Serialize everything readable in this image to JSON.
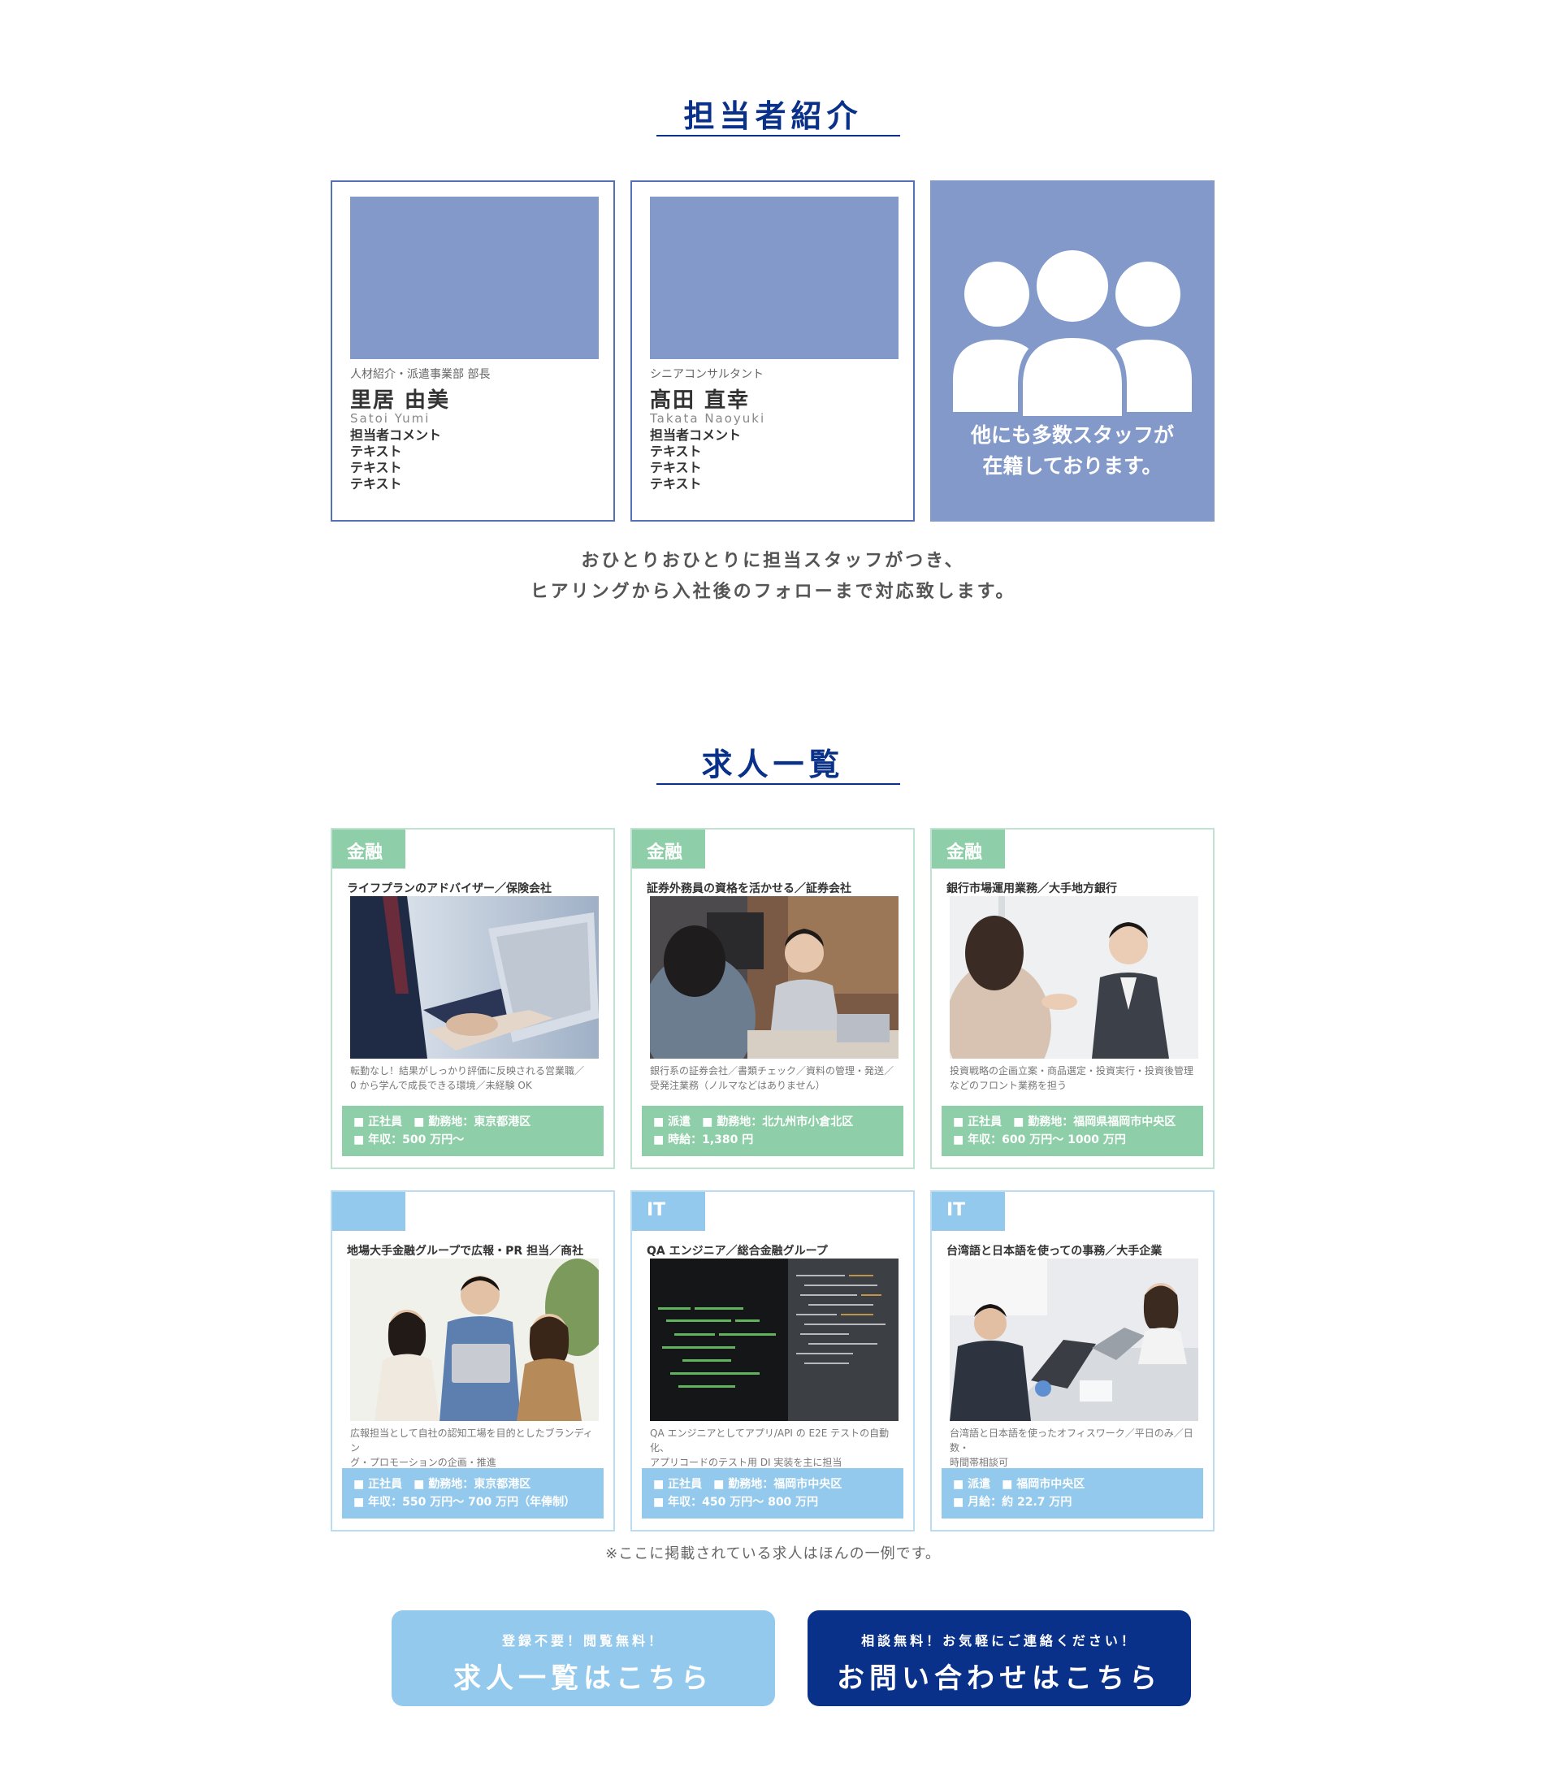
{
  "staff_section": {
    "title": "担当者紹介",
    "members": [
      {
        "role": "人材紹介・派遣事業部 部長",
        "name": "里居 由美",
        "roman": "Satoi Yumi",
        "comment_heading": "担当者コメント",
        "comment_lines": [
          "テキスト",
          "テキスト",
          "テキスト"
        ]
      },
      {
        "role": "シニアコンサルタント",
        "name": "髙田 直幸",
        "roman": "Takata Naoyuki",
        "comment_heading": "担当者コメント",
        "comment_lines": [
          "テキスト",
          "テキスト",
          "テキスト"
        ]
      }
    ],
    "more_staff_line1": "他にも多数スタッフが",
    "more_staff_line2": "在籍しております。",
    "message_line1": "おひとりおひとりに担当スタッフがつき、",
    "message_line2": "ヒアリングから入社後のフォローまで対応致します。"
  },
  "jobs_section": {
    "title": "求人一覧",
    "jobs": [
      {
        "category": "金融",
        "title": "ライフプランのアドバイザー／保険会社",
        "desc_line1": "転勤なし！結果がしっかり評価に反映される営業職／",
        "desc_line2": "0 から学んで成長できる環境／未経験 OK",
        "info_line1": "■ 正社員　■ 勤務地：東京都港区",
        "info_line2": "■ 年収：500 万円〜"
      },
      {
        "category": "金融",
        "title": "証券外務員の資格を活かせる／証券会社",
        "desc_line1": "銀行系の証券会社／書類チェック／資料の管理・発送／",
        "desc_line2": "受発注業務（ノルマなどはありません）",
        "info_line1": "■ 派遣　■ 勤務地：北九州市小倉北区",
        "info_line2": "■ 時給：1,380 円"
      },
      {
        "category": "金融",
        "title": "銀行市場運用業務／大手地方銀行",
        "desc_line1": "投資戦略の企画立案・商品選定・投資実行・投資後管理",
        "desc_line2": "などのフロント業務を担う",
        "info_line1": "■ 正社員　■ 勤務地：福岡県福岡市中央区",
        "info_line2": "■ 年収：600 万円〜 1000 万円"
      },
      {
        "category": "",
        "title": "地場大手金融グループで広報・PR 担当／商社",
        "desc_line1": "広報担当として自社の認知工場を目的としたブランディン",
        "desc_line2": "グ・プロモーションの企画・推進",
        "info_line1": "■ 正社員　■ 勤務地：東京都港区",
        "info_line2": "■ 年収：550 万円〜 700 万円（年俸制）"
      },
      {
        "category": "IT",
        "title": "QA エンジニア／総合金融グループ",
        "desc_line1": "QA エンジニアとしてアプリ/API の E2E テストの自動化、",
        "desc_line2": "アプリコードのテスト用 DI 実装を主に担当",
        "info_line1": "■ 正社員　■ 勤務地：福岡市中央区",
        "info_line2": "■ 年収：450 万円〜 800 万円"
      },
      {
        "category": "IT",
        "title": "台湾語と日本語を使っての事務／大手企業",
        "desc_line1": "台湾語と日本語を使ったオフィスワーク／平日のみ／日数・",
        "desc_line2": "時間帯相談可",
        "info_line1": "■ 派遣　■ 福岡市中央区",
        "info_line2": "■ 月給：約 22.7 万円"
      }
    ],
    "note": "※ここに掲載されている求人はほんの一例です。"
  },
  "cta": {
    "jobs_sub": "登録不要！閲覧無料！",
    "jobs_main": "求人一覧はこちら",
    "contact_sub": "相談無料！お気軽にご連絡ください！",
    "contact_main": "お問い合わせはこちら"
  },
  "colors": {
    "navy": "#0a3189",
    "staff_blue": "#8299c9",
    "finance_green": "#8ecea8",
    "it_blue": "#93c9ec"
  }
}
